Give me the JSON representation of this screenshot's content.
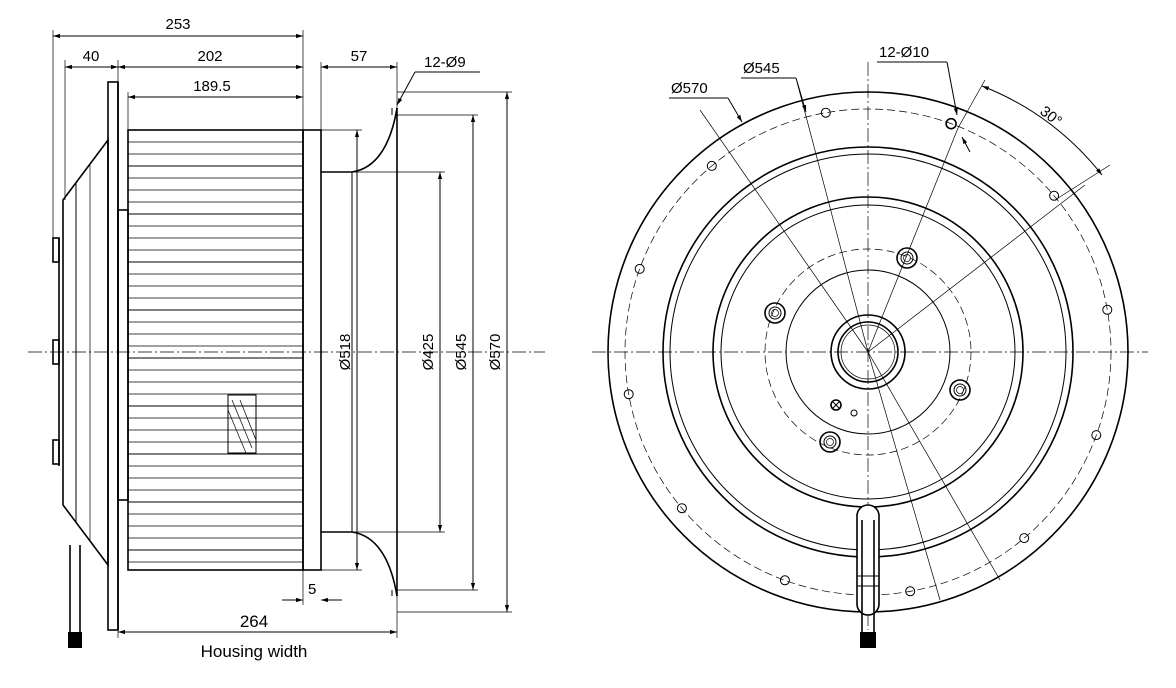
{
  "side_view": {
    "dim_overall_length": "253",
    "dim_rear_offset": "40",
    "dim_impeller_length": "202",
    "dim_blade_length": "189.5",
    "dim_inlet_ring_depth": "57",
    "dim_holes": "12-Ø9",
    "dim_inner_inlet": "Ø518",
    "dim_inlet_throat": "Ø425",
    "dim_bolt_circle": "Ø545",
    "dim_flange": "Ø570",
    "dim_gap": "5",
    "dim_housing_width": "264",
    "caption_housing_width": "Housing width"
  },
  "front_view": {
    "dim_flange": "Ø570",
    "dim_bolt_circle": "Ø545",
    "dim_holes": "12-Ø10",
    "dim_angle": "30°"
  }
}
